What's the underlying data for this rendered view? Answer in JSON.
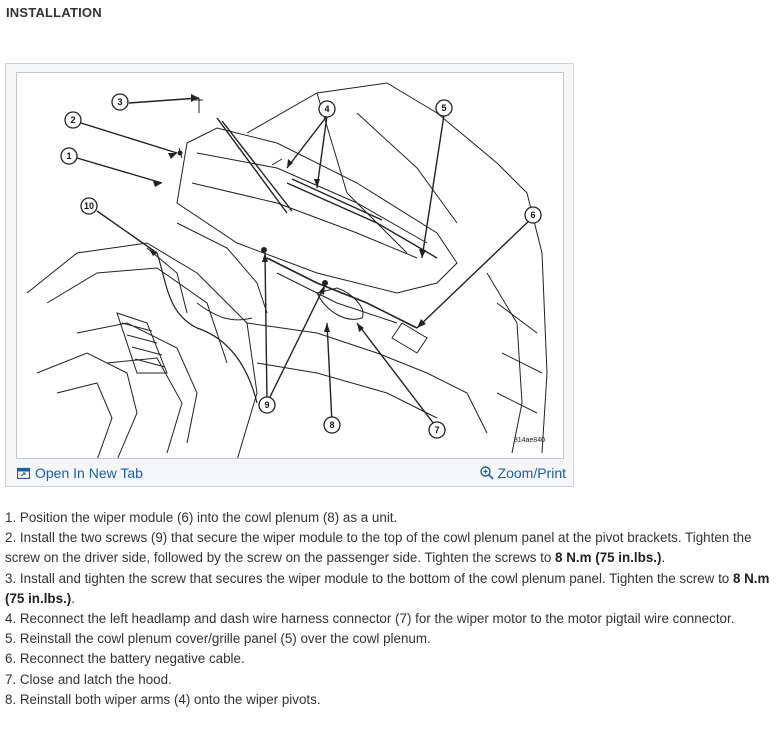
{
  "heading": "INSTALLATION",
  "figure": {
    "id_label": "814ae840",
    "callouts": [
      "1",
      "2",
      "3",
      "4",
      "5",
      "6",
      "7",
      "8",
      "9",
      "10"
    ]
  },
  "links": {
    "open_tab": "Open In New Tab",
    "zoom_print": "Zoom/Print"
  },
  "steps": [
    {
      "text": " 1. Position the wiper module (6) into the cowl plenum (8) as a unit."
    },
    {
      "text_a": " 2. Install the two screws (9) that secure the wiper module to the top of the cowl plenum panel at the pivot brackets. Tighten the screw on the driver side, followed by the screw on the passenger side. Tighten the screws to ",
      "bold": "8 N.m (75 in.lbs.)",
      "text_b": "."
    },
    {
      "text_a": " 3. Install and tighten the screw that secures the wiper module to the bottom of the cowl plenum panel. Tighten the screw to ",
      "bold": "8 N.m (75 in.lbs.)",
      "text_b": "."
    },
    {
      "text": " 4. Reconnect the left headlamp and dash wire harness connector (7) for the wiper motor to the motor pigtail wire connector."
    },
    {
      "text": " 5. Reinstall the cowl plenum cover/grille panel (5) over the cowl plenum."
    },
    {
      "text": " 6. Reconnect the battery negative cable."
    },
    {
      "text": " 7. Close and latch the hood."
    },
    {
      "text": " 8. Reinstall both wiper arms (4) onto the wiper pivots."
    }
  ]
}
